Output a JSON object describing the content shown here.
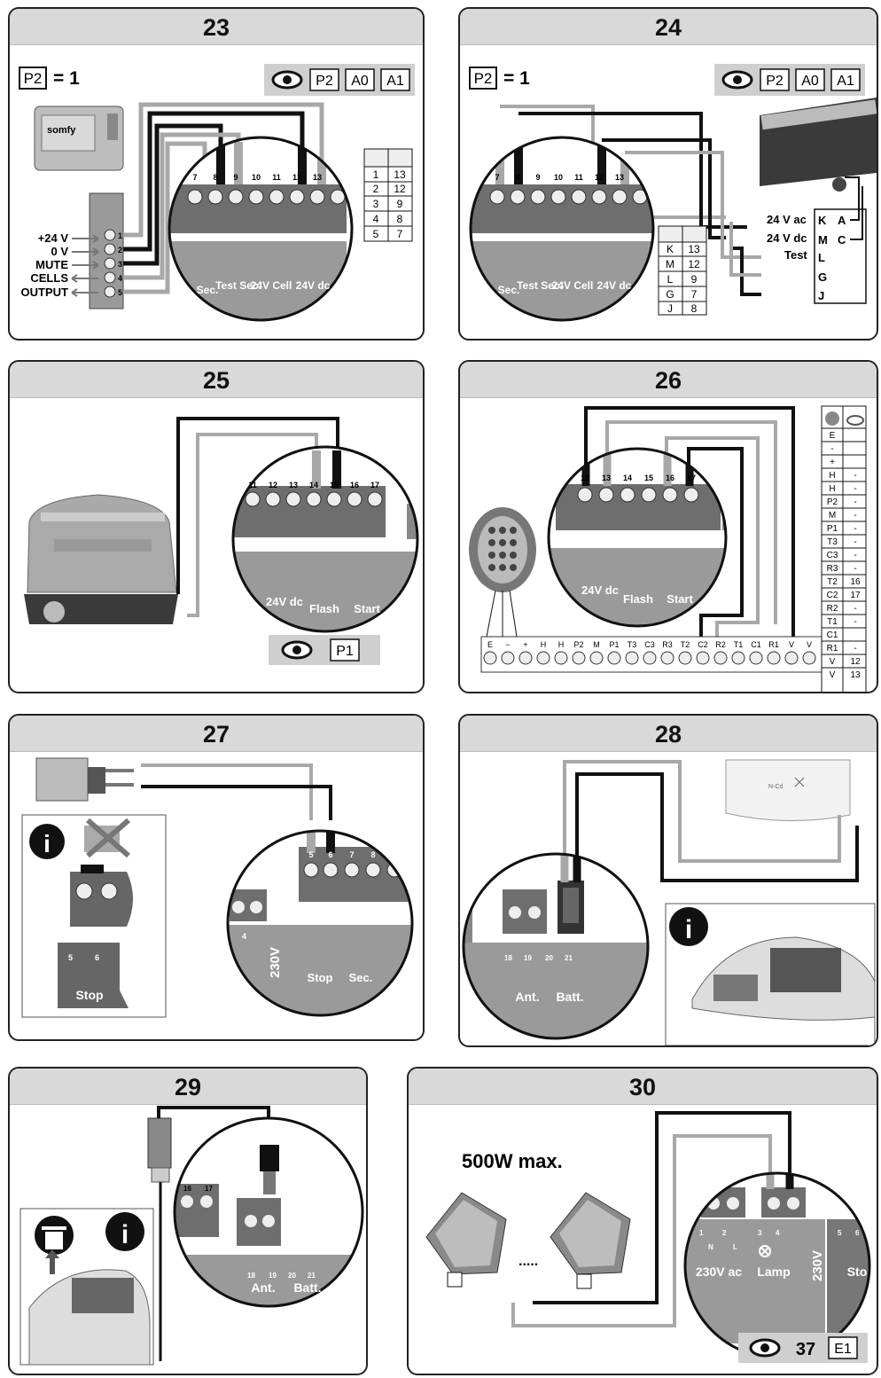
{
  "panels": {
    "p23": {
      "number": "23",
      "param": "P2",
      "param_value": "= 1",
      "view_codes": [
        "P2",
        "A0",
        "A1"
      ],
      "brand": "somfy",
      "terminal_numbers": [
        "7",
        "8",
        "9",
        "10",
        "11",
        "12",
        "13"
      ],
      "terminal_labels": [
        "Sec.",
        "Test Sec.",
        "24V Cell",
        "24V dc"
      ],
      "side_labels": [
        "+24 V",
        "0 V",
        "MUTE",
        "CELLS",
        "OUTPUT"
      ],
      "side_pins": [
        "1",
        "2",
        "3",
        "4",
        "5"
      ],
      "table": [
        [
          "1",
          "13"
        ],
        [
          "2",
          "12"
        ],
        [
          "3",
          "9"
        ],
        [
          "4",
          "8"
        ],
        [
          "5",
          "7"
        ]
      ]
    },
    "p24": {
      "number": "24",
      "param": "P2",
      "param_value": "= 1",
      "view_codes": [
        "P2",
        "A0",
        "A1"
      ],
      "terminal_numbers": [
        "7",
        "8",
        "9",
        "10",
        "11",
        "12",
        "13"
      ],
      "terminal_labels": [
        "Sec.",
        "Test Sec.",
        "24V Cell",
        "24V dc"
      ],
      "signal_labels": [
        "24 V ac",
        "24 V dc",
        "Test"
      ],
      "box_letters_left": [
        "K",
        "M",
        "L",
        "G",
        "J"
      ],
      "box_letters_right": [
        "A",
        "C"
      ],
      "table": [
        [
          "K",
          "13"
        ],
        [
          "M",
          "12"
        ],
        [
          "L",
          "9"
        ],
        [
          "G",
          "7"
        ],
        [
          "J",
          "8"
        ]
      ]
    },
    "p25": {
      "number": "25",
      "terminal_numbers": [
        "11",
        "12",
        "13",
        "14",
        "15",
        "16",
        "17"
      ],
      "terminal_labels": [
        "24V dc",
        "Flash",
        "Start"
      ],
      "view_codes": [
        "P1"
      ]
    },
    "p26": {
      "number": "26",
      "terminal_numbers": [
        "12",
        "13",
        "14",
        "15",
        "16",
        "17"
      ],
      "terminal_labels": [
        "24V dc",
        "Flash",
        "Start"
      ],
      "strip_labels": [
        "E",
        "−",
        "+",
        "H",
        "H",
        "P2",
        "M",
        "P1",
        "T3",
        "C3",
        "R3",
        "T2",
        "C2",
        "R2",
        "T1",
        "C1",
        "R1",
        "V",
        "V"
      ],
      "table": [
        [
          "E",
          ""
        ],
        [
          "-",
          ""
        ],
        [
          "+",
          ""
        ],
        [
          "H",
          "-"
        ],
        [
          "H",
          "-"
        ],
        [
          "P2",
          "-"
        ],
        [
          "M",
          "-"
        ],
        [
          "P1",
          "-"
        ],
        [
          "T3",
          "-"
        ],
        [
          "C3",
          "-"
        ],
        [
          "R3",
          "-"
        ],
        [
          "T2",
          "16"
        ],
        [
          "C2",
          "17"
        ],
        [
          "R2",
          "-"
        ],
        [
          "T1",
          "-"
        ],
        [
          "C1",
          ""
        ],
        [
          "R1",
          "-"
        ],
        [
          "V",
          "12"
        ],
        [
          "V",
          "13"
        ]
      ]
    },
    "p27": {
      "number": "27",
      "terminal_numbers": [
        "5",
        "6",
        "7",
        "8"
      ],
      "terminal_labels": [
        "Stop",
        "Sec.",
        "230V"
      ],
      "info_label": "Stop",
      "info_pins": [
        "5",
        "6"
      ],
      "pin_4": "4"
    },
    "p28": {
      "number": "28",
      "terminal_numbers": [
        "18",
        "19",
        "20",
        "21"
      ],
      "terminal_labels": [
        "Ant.",
        "Batt."
      ]
    },
    "p29": {
      "number": "29",
      "terminal_numbers": [
        "16",
        "17",
        "18",
        "19",
        "20",
        "21"
      ],
      "terminal_labels": [
        "Ant.",
        "Batt."
      ]
    },
    "p30": {
      "number": "30",
      "power_label": "500W max.",
      "dots": ".....",
      "terminal_numbers": [
        "1",
        "2",
        "3",
        "4",
        "5",
        "6"
      ],
      "terminal_labels": [
        "230V ac",
        "Lamp",
        "230V",
        "Sto"
      ],
      "nl": [
        "N",
        "L"
      ],
      "view_num": "37",
      "view_code": "E1"
    }
  },
  "colors": {
    "wire_black": "#111111",
    "wire_gray": "#a8a8a8",
    "terminal_green": "#6e6e6e",
    "header_bg": "#d9d9d9"
  },
  "icons": [
    "eye-icon",
    "info-icon",
    "recycle-bin-icon",
    "lamp-icon"
  ]
}
